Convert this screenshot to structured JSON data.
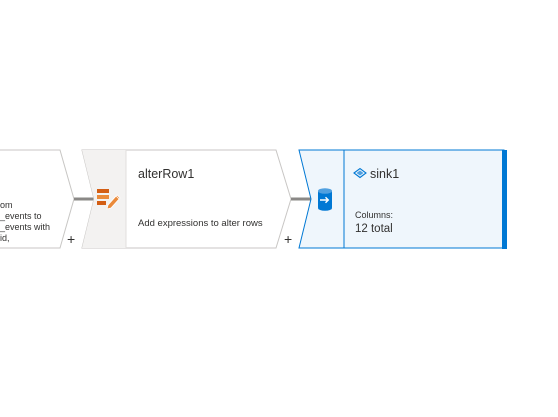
{
  "colors": {
    "accent": "#0078d4",
    "node_border": "#c8c6c4",
    "icon_strip_bg": "#f3f2f1",
    "selected_bg": "#eff6fc",
    "connector": "#8a8886",
    "alter_icon": "#d35e14"
  },
  "previous_node": {
    "description_lines": [
      "om",
      "_events to",
      "_events with",
      "id,"
    ],
    "add_label": "+"
  },
  "alter_row_node": {
    "icon": "alter-row-icon",
    "title": "alterRow1",
    "description": "Add expressions to alter rows",
    "add_label": "+"
  },
  "sink_node": {
    "icon": "sink-database-icon",
    "title_icon": "dataset-icon",
    "title": "sink1",
    "columns_label": "Columns:",
    "columns_value": "12 total"
  }
}
